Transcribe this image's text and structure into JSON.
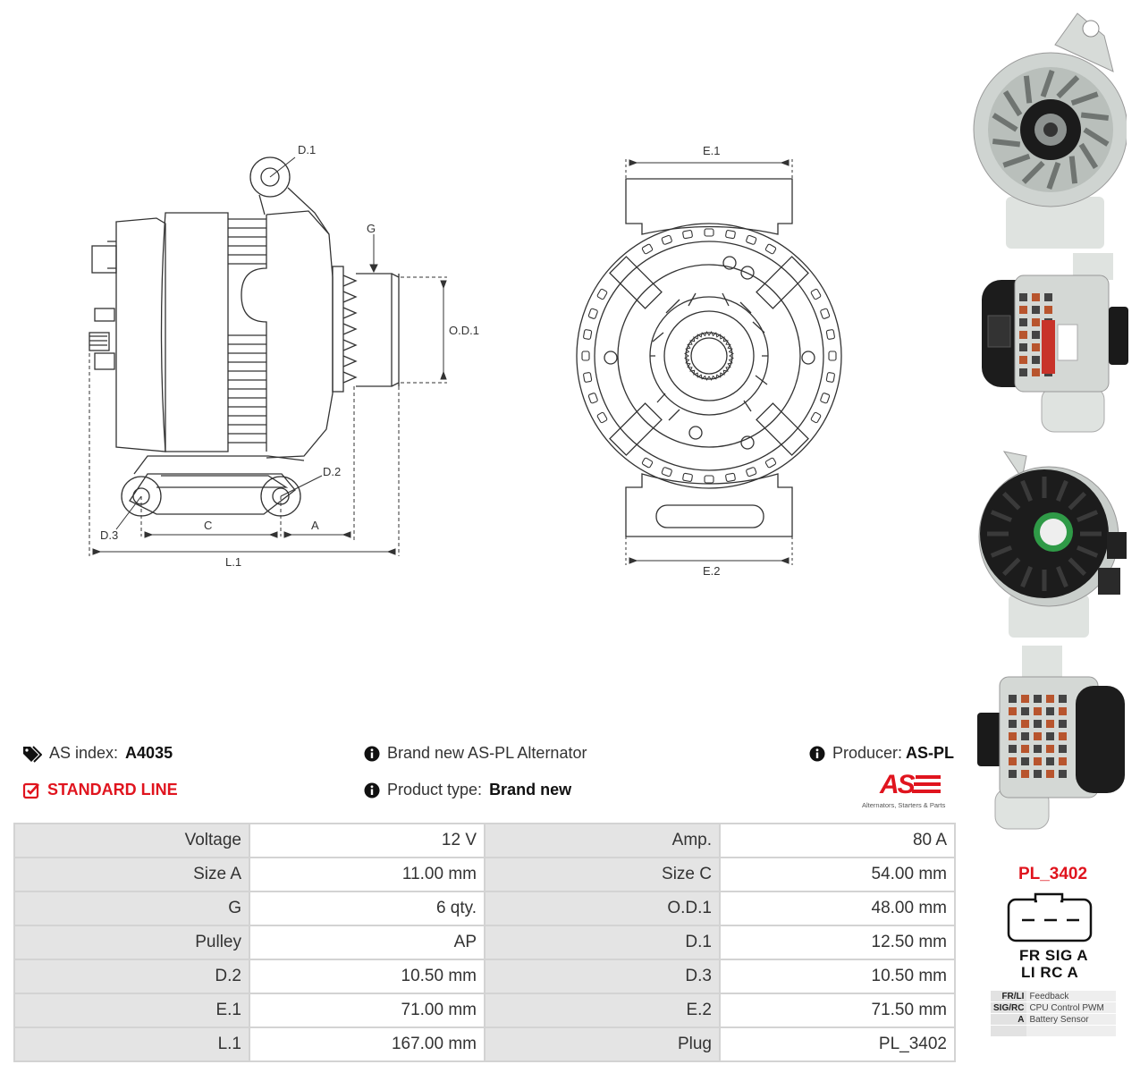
{
  "drawing_labels": {
    "d1": "D.1",
    "d2": "D.2",
    "d3": "D.3",
    "g": "G",
    "od1": "O.D.1",
    "c": "C",
    "a": "A",
    "l1": "L.1",
    "e1": "E.1",
    "e2": "E.2"
  },
  "info": {
    "as_index_label": "AS index:",
    "as_index_value": "A4035",
    "standard_line": "STANDARD LINE",
    "brand_text": "Brand new AS-PL Alternator",
    "product_type_label": "Product type:",
    "product_type_value": "Brand new",
    "producer_label": "Producer:",
    "producer_value": "AS-PL",
    "logo_text": "AS",
    "logo_tagline": "Alternators, Starters & Parts"
  },
  "specs": [
    {
      "k1": "Voltage",
      "v1": "12 V",
      "k2": "Amp.",
      "v2": "80 A"
    },
    {
      "k1": "Size A",
      "v1": "11.00 mm",
      "k2": "Size C",
      "v2": "54.00 mm"
    },
    {
      "k1": "G",
      "v1": "6 qty.",
      "k2": "O.D.1",
      "v2": "48.00 mm"
    },
    {
      "k1": "Pulley",
      "v1": "AP",
      "k2": "D.1",
      "v2": "12.50 mm"
    },
    {
      "k1": "D.2",
      "v1": "10.50 mm",
      "k2": "D.3",
      "v2": "10.50 mm"
    },
    {
      "k1": "E.1",
      "v1": "71.00 mm",
      "k2": "E.2",
      "v2": "71.50 mm"
    },
    {
      "k1": "L.1",
      "v1": "167.00 mm",
      "k2": "Plug",
      "v2": "PL_3402"
    }
  ],
  "connector": {
    "title": "PL_3402",
    "pins_top": "FR SIG  A",
    "pins_bottom": "LI  RC  A",
    "legend": [
      {
        "key": "FR/LI",
        "desc": "Feedback"
      },
      {
        "key": "SIG/RC",
        "desc": "CPU Control PWM"
      },
      {
        "key": "A",
        "desc": "Battery Sensor"
      },
      {
        "key": "",
        "desc": ""
      }
    ]
  },
  "icons": [
    "tags-icon",
    "check-square-icon",
    "info-circle-icon"
  ]
}
